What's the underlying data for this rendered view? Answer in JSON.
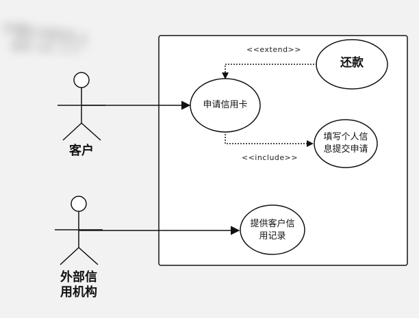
{
  "actors": {
    "customer": {
      "label": "客户"
    },
    "credit_agency": {
      "label_line1": "外部信",
      "label_line2": "用机构"
    }
  },
  "use_cases": {
    "apply_card": {
      "label": "申请信用卡"
    },
    "repay": {
      "label": "还款"
    },
    "fill_info": {
      "label_line1": "填写个人信",
      "label_line2": "息提交申请"
    },
    "provide_record": {
      "label_line1": "提供客户信",
      "label_line2": "用记录"
    }
  },
  "relations": {
    "extend": {
      "label": "<<extend>>"
    },
    "include": {
      "label": "<<include>>"
    }
  },
  "colors": {
    "background": "#f2f2f2",
    "stroke": "#111111",
    "fill": "#ffffff"
  }
}
